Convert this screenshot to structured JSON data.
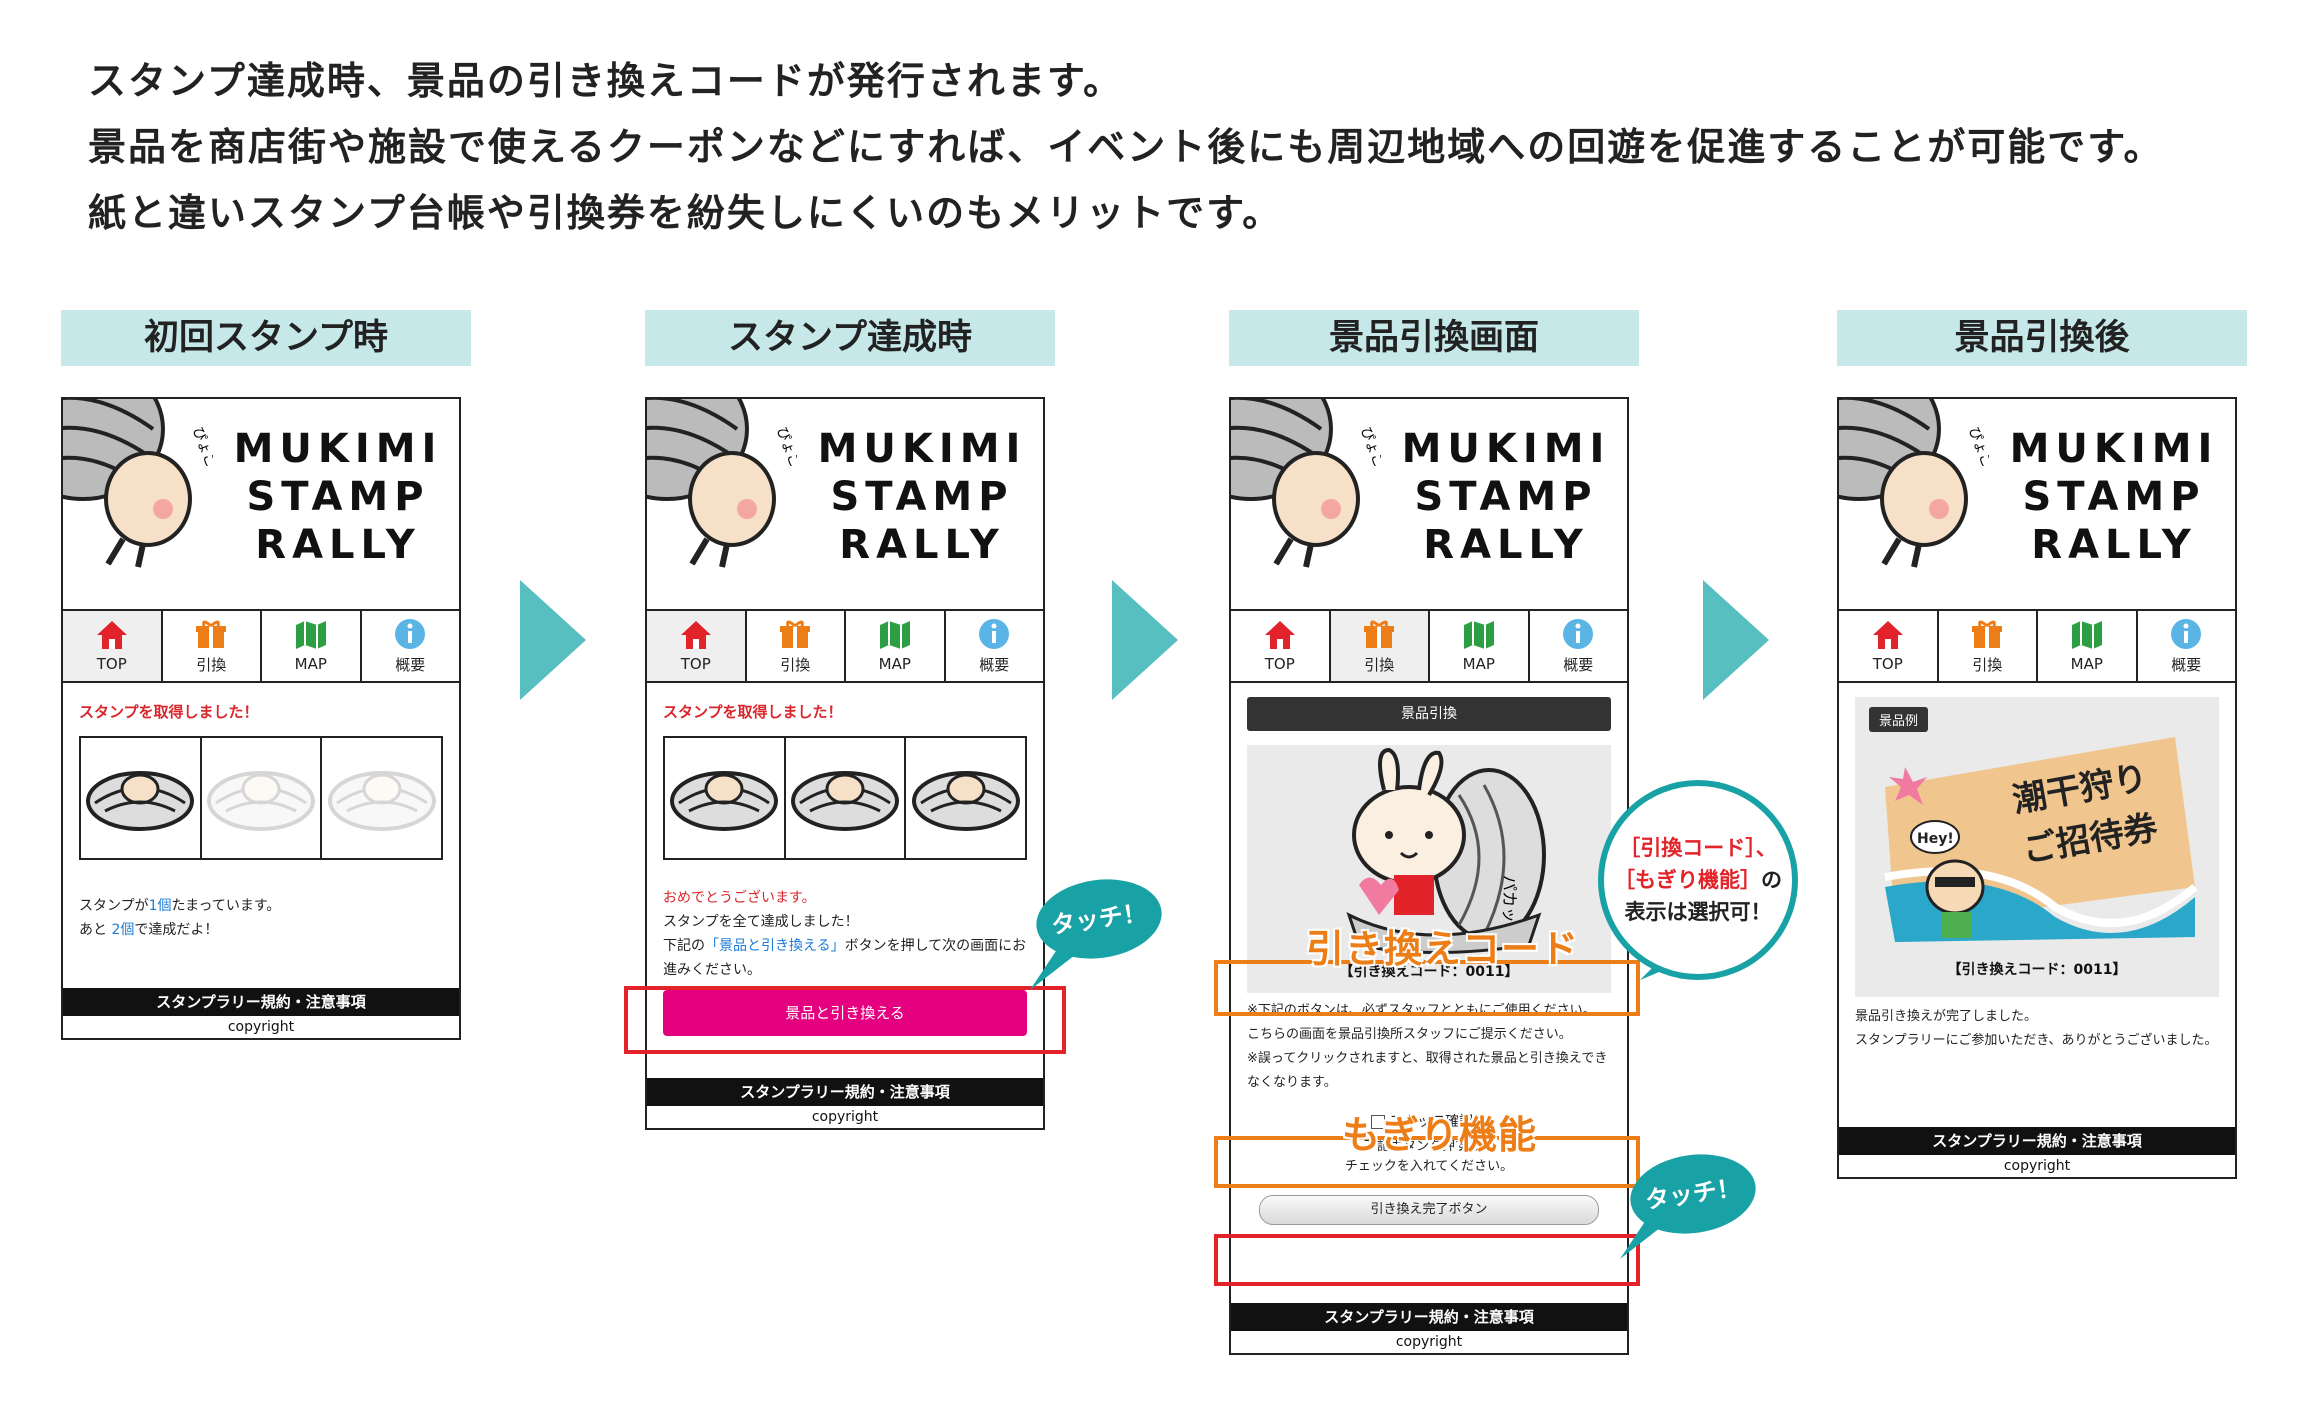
{
  "intro": {
    "line1": "スタンプ達成時、景品の引き換えコードが発行されます。",
    "line2": "景品を商店街や施設で使えるクーポンなどにすれば、イベント後にも周辺地域への回遊を促進することが可能です。",
    "line3": "紙と違いスタンプ台帳や引換券を紛失しにくいのもメリットです。"
  },
  "steps": [
    {
      "header": "初回スタンプ時"
    },
    {
      "header": "スタンプ達成時"
    },
    {
      "header": "景品引換画面"
    },
    {
      "header": "景品引換後"
    }
  ],
  "app": {
    "logo_line1": "MUKIMI",
    "logo_line2": "STAMP",
    "logo_line3": "RALLY",
    "mascot_text": "ぴょこ",
    "nav": [
      {
        "label": "TOP",
        "icon": "home-icon",
        "color": "#e2232a"
      },
      {
        "label": "引換",
        "icon": "gift-icon",
        "color": "#ed7d16"
      },
      {
        "label": "MAP",
        "icon": "map-icon",
        "color": "#2e9e44"
      },
      {
        "label": "概要",
        "icon": "info-icon",
        "color": "#5ab4e5"
      }
    ],
    "footer": "スタンプラリー規約・注意事項",
    "copyright": "copyright"
  },
  "screen1": {
    "status": "スタンプを取得しました！",
    "count_prefix": "スタンプが",
    "count_value": "1",
    "count_unit": "個",
    "count_suffix": "たまっています。",
    "remain_prefix": "あと",
    "remain_value": "2",
    "remain_unit": "個",
    "remain_suffix": "で達成だよ！"
  },
  "screen2": {
    "status": "スタンプを取得しました！",
    "congrats": "おめでとうございます。",
    "complete": "スタンプを全て達成しました！",
    "instr_prefix": "下記の",
    "instr_link": "「景品と引き換える」",
    "instr_suffix": "ボタンを押して次の画面にお進みください。",
    "button": "景品と引き換える",
    "touch": "タッチ！"
  },
  "screen3": {
    "bar": "景品引換",
    "mascot_label": "パカッ",
    "code": "【引き換えコード：0011】",
    "note1": "※下記のボタンは、必ずスタッフとともにご使用ください。",
    "note2": "こちらの画面を景品引換所スタッフにご提示ください。",
    "note3": "※誤ってクリックされますと、取得された景品と引き換えできなくなります。",
    "checkbox": "スタッフ確認用",
    "check_hint1": "下記ボタンを押す際に",
    "check_hint2": "チェックを入れてください。",
    "button": "引き換え完了ボタン",
    "label_code": "引き換えコード",
    "label_mogiri": "もぎり機能",
    "touch": "タッチ！",
    "bubble_line1": "［引換コード］、",
    "bubble_line2a": "［もぎり機能］",
    "bubble_line2b": "の",
    "bubble_line3": "表示は選択可！"
  },
  "screen4": {
    "badge": "景品例",
    "ticket_title1": "潮干狩り",
    "ticket_title2": "ご招待券",
    "hey": "Hey!",
    "code": "【引き換えコード：0011】",
    "done1": "景品引き換えが完了しました。",
    "done2": "スタンプラリーにご参加いただき、ありがとうございました。"
  }
}
